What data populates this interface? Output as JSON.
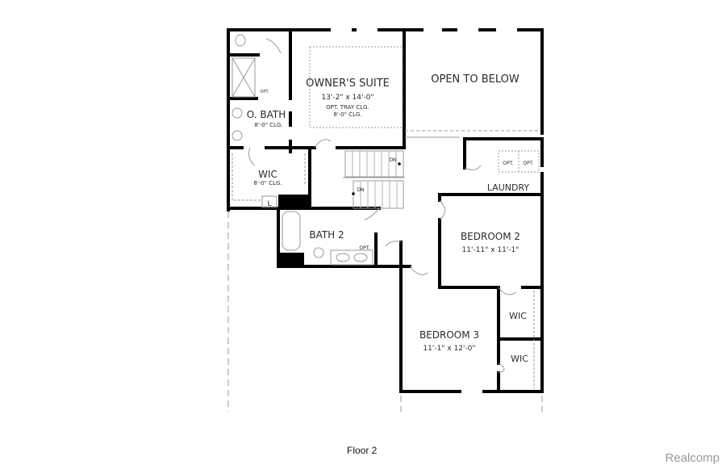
{
  "floor_plan": {
    "caption": "Floor 2",
    "watermark": "Realcomp",
    "rooms": [
      {
        "id": "owners_suite",
        "name": "OWNER'S SUITE",
        "dims": "13'-2\" x 14'-0\"",
        "note1": "OPT. TRAY CLG.",
        "note2": "8'-0\" CLG."
      },
      {
        "id": "open_to_below",
        "name": "OPEN TO BELOW"
      },
      {
        "id": "o_bath",
        "name": "O. BATH",
        "note1": "8'-0\" CLG.",
        "opt": "OPT."
      },
      {
        "id": "wic_owner",
        "name": "WIC",
        "note1": "8'-0\" CLG.",
        "linen": "L"
      },
      {
        "id": "bath2",
        "name": "BATH 2",
        "opt": "OPT."
      },
      {
        "id": "laundry",
        "name": "LAUNDRY",
        "opt1": "OPT.",
        "opt2": "OPT."
      },
      {
        "id": "bedroom2",
        "name": "BEDROOM 2",
        "dims": "11'-11\" x 11'-1\""
      },
      {
        "id": "bedroom3",
        "name": "BEDROOM 3",
        "dims": "11'-1\" x 12'-0\""
      },
      {
        "id": "wic_b2",
        "name": "WIC"
      },
      {
        "id": "wic_b3",
        "name": "WIC"
      }
    ],
    "stairs": {
      "label1": "DN",
      "label2": "DN"
    },
    "colors": {
      "wall": "#000000",
      "line": "#9a9a9a",
      "text": "#2b2b2b"
    }
  }
}
